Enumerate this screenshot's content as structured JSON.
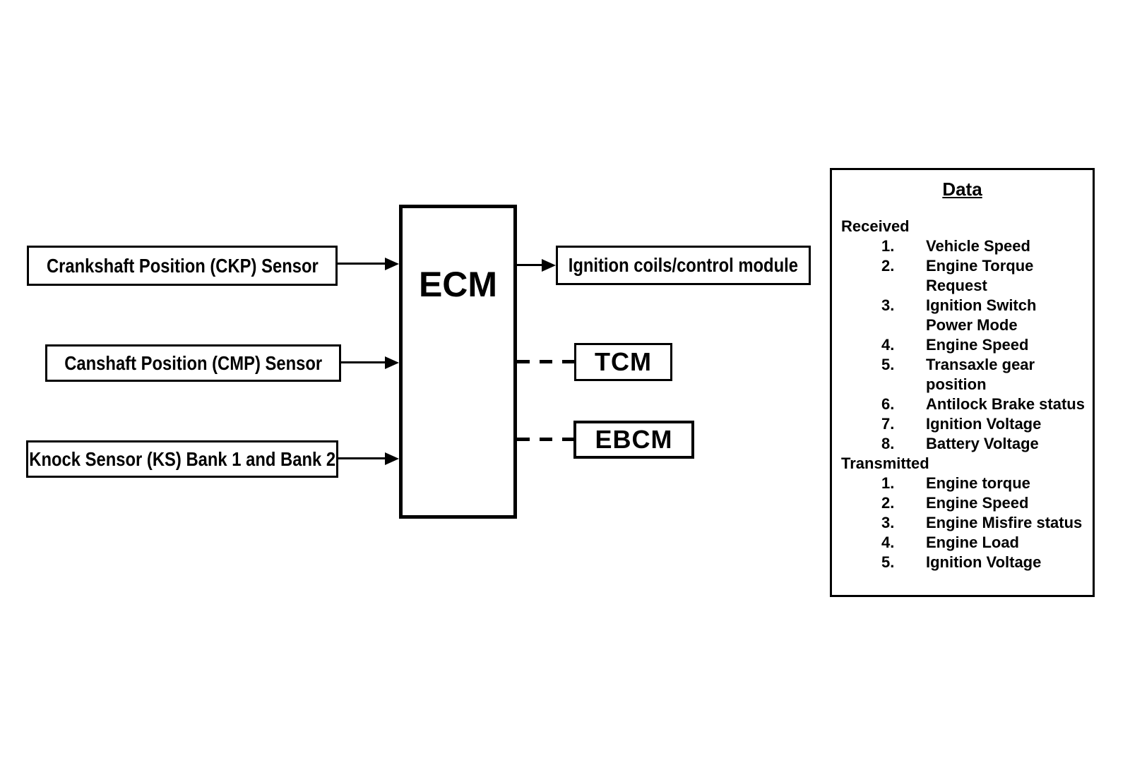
{
  "diagram": {
    "inputs": [
      {
        "label": "Crankshaft Position (CKP) Sensor",
        "connection": "solid-arrow-to-ecm"
      },
      {
        "label": "Canshaft Position (CMP) Sensor",
        "connection": "solid-arrow-to-ecm"
      },
      {
        "label": "Knock Sensor (KS) Bank 1 and Bank 2",
        "connection": "solid-arrow-to-ecm"
      }
    ],
    "ecm_label": "ECM",
    "outputs": [
      {
        "label": "Ignition coils/control module",
        "connection": "solid-arrow-from-ecm"
      },
      {
        "label": "TCM",
        "connection": "dashed-line-from-ecm"
      },
      {
        "label": "EBCM",
        "connection": "dashed-line-from-ecm"
      }
    ]
  },
  "data_panel": {
    "title": "Data",
    "received_label": "Received",
    "received_items": [
      "Vehicle Speed",
      "Engine Torque\nRequest",
      "Ignition Switch\nPower Mode",
      "Engine Speed",
      "Transaxle gear\nposition",
      "Antilock Brake status",
      "Ignition Voltage",
      "Battery Voltage"
    ],
    "transmitted_label": "Transmitted",
    "transmitted_items": [
      "Engine torque",
      "Engine Speed",
      "Engine Misfire status",
      "Engine Load",
      "Ignition Voltage"
    ]
  },
  "colors": {
    "line": "#000000",
    "background": "#ffffff",
    "text": "#000000"
  }
}
